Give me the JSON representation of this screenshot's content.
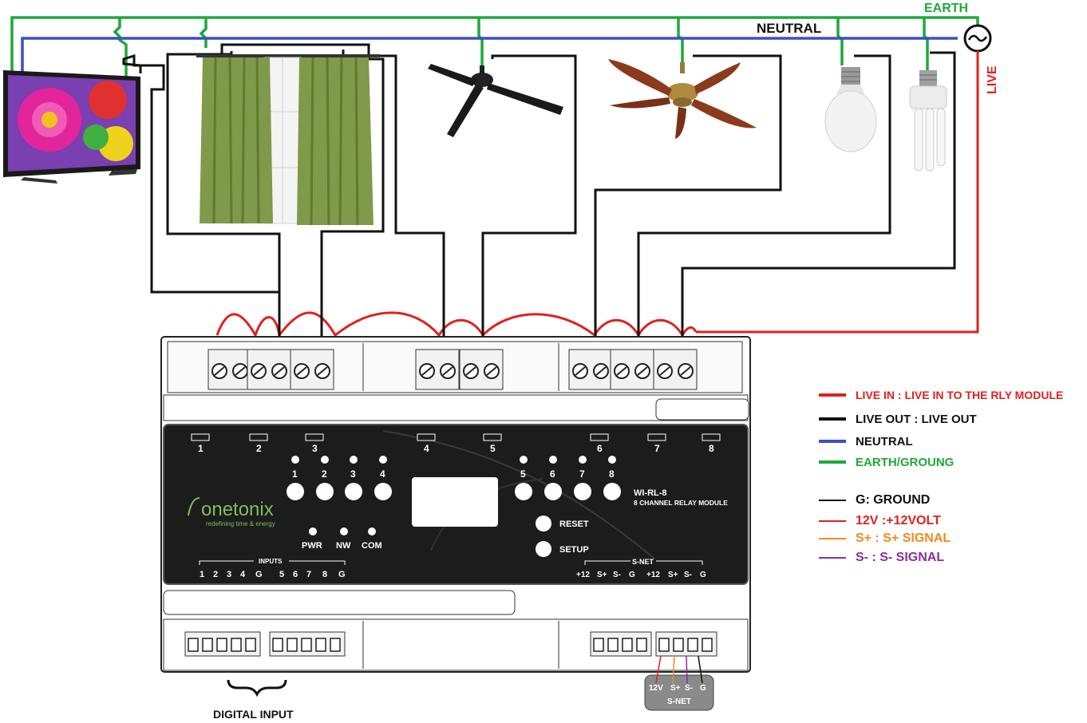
{
  "labels": {
    "earth": "EARTH",
    "neutral": "NEUTRAL",
    "live": "LIVE",
    "digital_input": "DIGITAL INPUT"
  },
  "module": {
    "brand": "onetonix",
    "tagline": "redefining time & energy",
    "model": "WI-RL-8",
    "model_desc": "8 CHANNEL RELAY MODULE",
    "channel_numbers": [
      "1",
      "2",
      "3",
      "4",
      "5",
      "6",
      "7",
      "8"
    ],
    "relay_button_labels": [
      "1",
      "2",
      "3",
      "4",
      "5",
      "6",
      "7",
      "8"
    ],
    "status_leds": [
      "PWR",
      "NW",
      "COM"
    ],
    "buttons": {
      "reset": "RESET",
      "setup": "SETUP"
    },
    "inputs_title": "INPUTS",
    "input_pins": [
      "1",
      "2",
      "3",
      "4",
      "G",
      "5",
      "6",
      "7",
      "8",
      "G"
    ],
    "snet_title": "S-NET",
    "snet_pins": [
      "+12",
      "S+",
      "S-",
      "G",
      "+12",
      "S+",
      "S-",
      "G"
    ]
  },
  "snet_connector": {
    "pins": [
      "12V",
      "S+",
      "S-",
      "G"
    ],
    "label": "S-NET"
  },
  "legend": [
    {
      "text": "LIVE IN : LIVE IN TO THE RLY MODULE",
      "color": "#e02020",
      "text_color": "#e02020",
      "weight": "thick"
    },
    {
      "text": "LIVE OUT : LIVE OUT",
      "color": "#111111",
      "text_color": "#111111",
      "weight": "thick"
    },
    {
      "text": "NEUTRAL",
      "color": "#3a4fc4",
      "text_color": "#111111",
      "weight": "thick"
    },
    {
      "text": "EARTH/GROUNG",
      "color": "#1fa83a",
      "text_color": "#1fa83a",
      "weight": "thick"
    },
    {
      "text": "G: GROUND",
      "color": "#111111",
      "text_color": "#111111",
      "weight": "thin"
    },
    {
      "text": "12V :+12VOLT",
      "color": "#e02020",
      "text_color": "#e02020",
      "weight": "thin"
    },
    {
      "text": "S+ : S+ SIGNAL",
      "color": "#f08a1c",
      "text_color": "#f08a1c",
      "weight": "thin"
    },
    {
      "text": "S- : S- SIGNAL",
      "color": "#8a2ea0",
      "text_color": "#8a2ea0",
      "weight": "thin"
    }
  ],
  "colors": {
    "live": "#e02020",
    "live_out": "#111111",
    "neutral": "#3a4fc4",
    "earth": "#1fa83a",
    "panel": "#1c1c1c"
  },
  "appliances": [
    "tv-icon",
    "curtain-icon",
    "ceiling-fan-icon",
    "wood-ceiling-fan-icon",
    "led-bulb-icon",
    "cfl-bulb-icon"
  ]
}
